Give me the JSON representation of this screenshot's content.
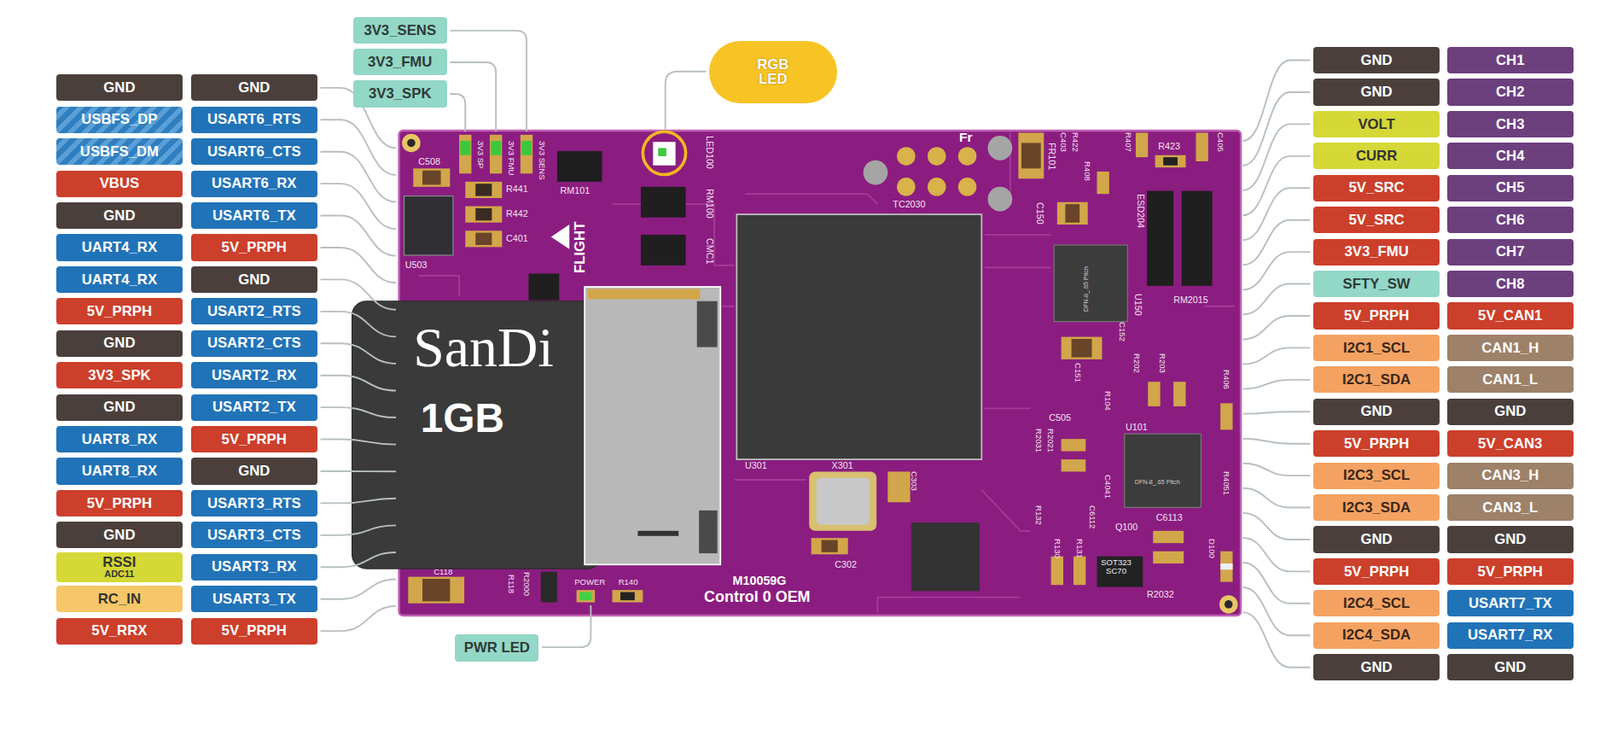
{
  "diagram": {
    "nodes": [
      {
        "text": [
          "3V3_SENS"
        ]
      },
      {
        "text": [
          "3V3_FMU"
        ]
      },
      {
        "text": [
          "3V3_SPK"
        ]
      },
      {
        "text": [
          "RGB LED"
        ]
      },
      {
        "text": [
          "GND"
        ]
      },
      {
        "text": [
          "GND"
        ]
      },
      {
        "text": [
          "USBFS_DP"
        ]
      },
      {
        "text": [
          "USART6_RTS"
        ]
      },
      {
        "text": [
          "USBFS_DM"
        ]
      },
      {
        "text": [
          "USART6_CTS"
        ]
      },
      {
        "text": [
          "VBUS"
        ]
      },
      {
        "text": [
          "USART6_RX"
        ]
      },
      {
        "text": [
          "GND"
        ]
      },
      {
        "text": [
          "USART6_TX"
        ]
      },
      {
        "text": [
          "UART4_RX"
        ]
      },
      {
        "text": [
          "5V_PRPH"
        ]
      },
      {
        "text": [
          "UART4_RX"
        ]
      },
      {
        "text": [
          "GND"
        ]
      },
      {
        "text": [
          "5V_PRPH"
        ]
      },
      {
        "text": [
          "USART2_RTS"
        ]
      },
      {
        "text": [
          "GND"
        ]
      },
      {
        "text": [
          "USART2_CTS"
        ]
      },
      {
        "text": [
          "3V3_SPK"
        ]
      },
      {
        "text": [
          "USART2_RX"
        ]
      },
      {
        "text": [
          "GND"
        ]
      },
      {
        "text": [
          "USART2_TX"
        ]
      },
      {
        "text": [
          "UART8_RX"
        ]
      },
      {
        "text": [
          "5V_PRPH"
        ]
      },
      {
        "text": [
          "UART8_RX"
        ]
      },
      {
        "text": [
          "GND"
        ]
      },
      {
        "text": [
          "5V_PRPH"
        ]
      },
      {
        "text": [
          "USART3_RTS"
        ]
      },
      {
        "text": [
          "GND"
        ]
      },
      {
        "text": [
          "USART3_CTS"
        ]
      },
      {
        "text": [
          "RSSI",
          "ADC11"
        ]
      },
      {
        "text": [
          "USART3_RX"
        ]
      },
      {
        "text": [
          "RC_IN"
        ]
      },
      {
        "text": [
          "USART3_TX"
        ]
      },
      {
        "text": [
          "5V_RRX"
        ]
      },
      {
        "text": [
          "5V_PRPH"
        ]
      },
      {
        "text": [
          "PWR LED"
        ]
      },
      {
        "text": [
          "GND"
        ]
      },
      {
        "text": [
          "CH1"
        ]
      },
      {
        "text": [
          "GND"
        ]
      },
      {
        "text": [
          "CH2"
        ]
      },
      {
        "text": [
          "VOLT"
        ]
      },
      {
        "text": [
          "CH3"
        ]
      },
      {
        "text": [
          "CURR"
        ]
      },
      {
        "text": [
          "CH4"
        ]
      },
      {
        "text": [
          "5V_SRC"
        ]
      },
      {
        "text": [
          "CH5"
        ]
      },
      {
        "text": [
          "5V_SRC"
        ]
      },
      {
        "text": [
          "CH6"
        ]
      },
      {
        "text": [
          "3V3_FMU"
        ]
      },
      {
        "text": [
          "CH7"
        ]
      },
      {
        "text": [
          "SFTY_SW"
        ]
      },
      {
        "text": [
          "CH8"
        ]
      },
      {
        "text": [
          "5V_PRPH"
        ]
      },
      {
        "text": [
          "5V_CAN1"
        ]
      },
      {
        "text": [
          "I2C1_SCL"
        ]
      },
      {
        "text": [
          "CAN1_H"
        ]
      },
      {
        "text": [
          "I2C1_SDA"
        ]
      },
      {
        "text": [
          "CAN1_L"
        ]
      },
      {
        "text": [
          "GND"
        ]
      },
      {
        "text": [
          "GND"
        ]
      },
      {
        "text": [
          "5V_PRPH"
        ]
      },
      {
        "text": [
          "5V_CAN3"
        ]
      },
      {
        "text": [
          "I2C3_SCL"
        ]
      },
      {
        "text": [
          "CAN3_H"
        ]
      },
      {
        "text": [
          "I2C3_SDA"
        ]
      },
      {
        "text": [
          "CAN3_L"
        ]
      },
      {
        "text": [
          "GND"
        ]
      },
      {
        "text": [
          "GND"
        ]
      },
      {
        "text": [
          "5V_PRPH"
        ]
      },
      {
        "text": [
          "5V_PRPH"
        ]
      },
      {
        "text": [
          "I2C4_SCL"
        ]
      },
      {
        "text": [
          "USART7_TX"
        ]
      },
      {
        "text": [
          "I2C4_SDA"
        ]
      },
      {
        "text": [
          "USART7_RX"
        ]
      },
      {
        "text": [
          "GND"
        ]
      },
      {
        "text": [
          "GND"
        ]
      }
    ],
    "labels": [
      "C508",
      "R441",
      "R442",
      "C401",
      "U503",
      "3V3 SP",
      "3V3 FMU",
      "3V3 SENS",
      "RM101",
      "LED100",
      "RM100",
      "CMC1",
      "FLIGHT",
      "Fr",
      "TC2030",
      "FR101",
      "C403",
      "R422",
      "R408",
      "R407",
      "R423",
      "C405",
      "ESD204",
      "C150",
      "U150",
      "DFN-8_.65 Pitch",
      "RM2015",
      "C152",
      "C151",
      "R202",
      "R203",
      "R406",
      "C505",
      "R104",
      "R2031",
      "R2021",
      "U101",
      "DFN-8_.65 Pitch",
      "C4041",
      "C6112",
      "R132",
      "R130",
      "R131",
      "Q100",
      "C6113",
      "R4051",
      "D100",
      "SOT323 SC70",
      "R2032",
      "U301",
      "X301",
      "C303",
      "C302",
      "M10059G",
      "Control 0 OEM",
      "POWER",
      "R140",
      "C118",
      "R118",
      "R2000",
      "SanDi",
      "1GB"
    ]
  }
}
